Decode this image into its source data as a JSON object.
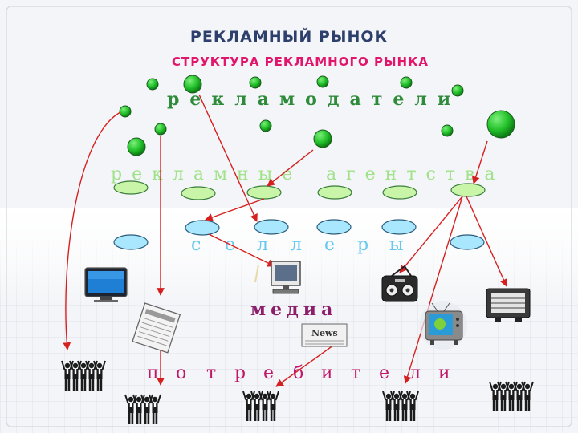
{
  "title": "РЕКЛАМНЫЙ РЫНОК",
  "subtitle": "СТРУКТУРА РЕКЛАМНОГО РЫНКА",
  "labels": {
    "advertisers": "рекламодатели",
    "agencies_1": "рекламные",
    "agencies_2": "агентства",
    "sellers": [
      "с",
      "е",
      "л",
      "л",
      "е",
      "р",
      "ы"
    ],
    "media": "медиа",
    "consumers": [
      "п",
      "о",
      "т",
      "р",
      "е",
      "б",
      "и",
      "т",
      "е",
      "л",
      "и"
    ],
    "newspaper_text": "News"
  },
  "colors": {
    "advertiser_circle": "#22c02a",
    "agency_ellipse": "#c8f5a8",
    "seller_ellipse": "#a9e7ff",
    "arrow": "#d62020",
    "title": "#2d3f6b",
    "subtitle": "#e0156b"
  },
  "icons": [
    "tv-icon",
    "newspaper-icon",
    "computer-icon",
    "boombox-icon",
    "retro-tv-icon",
    "press-icon",
    "people-group-icon"
  ]
}
